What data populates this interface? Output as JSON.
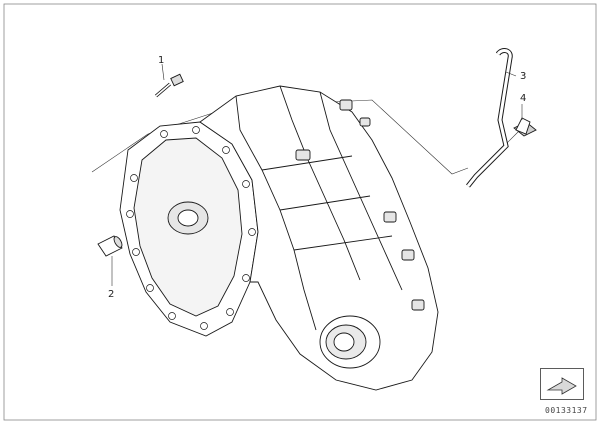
{
  "diagram": {
    "callouts": {
      "c1": "1",
      "c2": "2",
      "c3": "3",
      "c4": "4"
    },
    "document_number": "00133137",
    "nav_icon": "page-forward-arrow-icon",
    "colors": {
      "line": "#1a1a1a",
      "shade": "#d9d9d9",
      "background": "#ffffff"
    }
  }
}
